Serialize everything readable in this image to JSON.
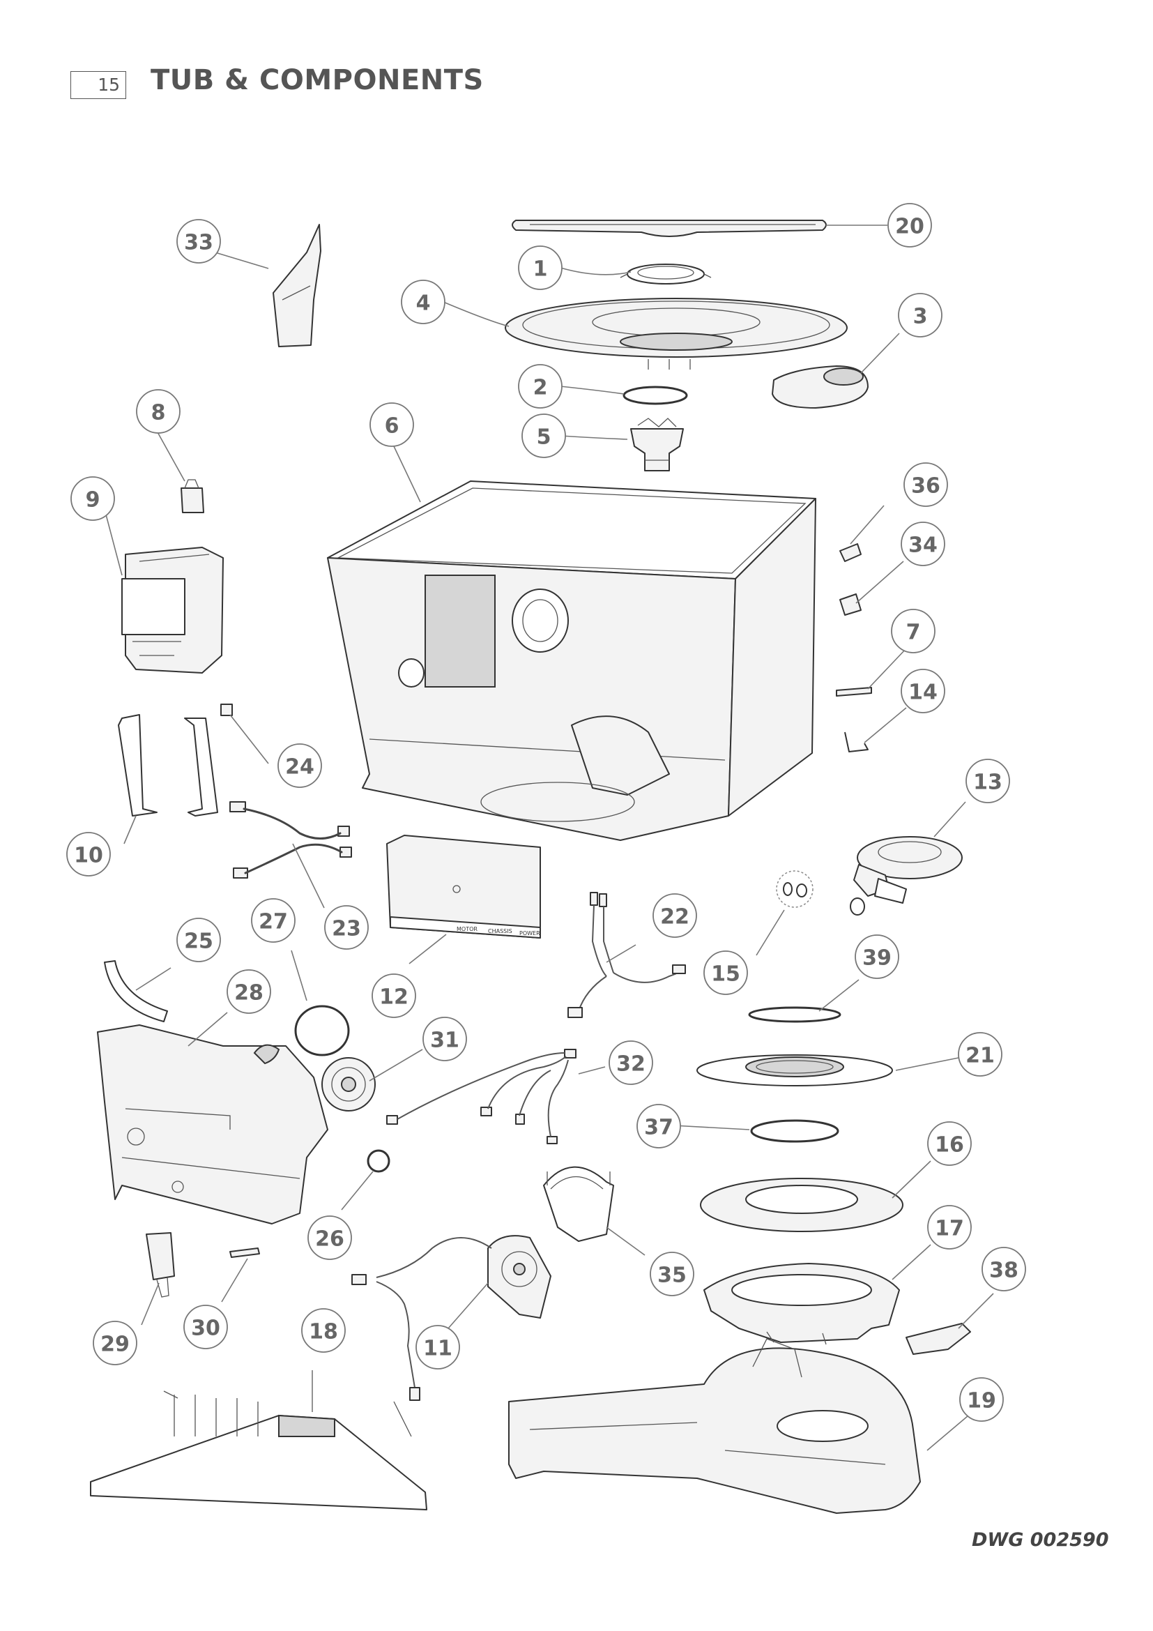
{
  "header": {
    "page_number": "15",
    "title": "TUB & COMPONENTS"
  },
  "footer": {
    "drawing_number": "DWG 002590"
  },
  "callouts": [
    {
      "id": "1",
      "label": "1"
    },
    {
      "id": "2",
      "label": "2"
    },
    {
      "id": "3",
      "label": "3"
    },
    {
      "id": "4",
      "label": "4"
    },
    {
      "id": "5",
      "label": "5"
    },
    {
      "id": "6",
      "label": "6"
    },
    {
      "id": "7",
      "label": "7"
    },
    {
      "id": "8",
      "label": "8"
    },
    {
      "id": "9",
      "label": "9"
    },
    {
      "id": "10",
      "label": "10"
    },
    {
      "id": "11",
      "label": "11"
    },
    {
      "id": "12",
      "label": "12"
    },
    {
      "id": "13",
      "label": "13"
    },
    {
      "id": "14",
      "label": "14"
    },
    {
      "id": "15",
      "label": "15"
    },
    {
      "id": "16",
      "label": "16"
    },
    {
      "id": "17",
      "label": "17"
    },
    {
      "id": "18",
      "label": "18"
    },
    {
      "id": "19",
      "label": "19"
    },
    {
      "id": "20",
      "label": "20"
    },
    {
      "id": "21",
      "label": "21"
    },
    {
      "id": "22",
      "label": "22"
    },
    {
      "id": "23",
      "label": "23"
    },
    {
      "id": "24",
      "label": "24"
    },
    {
      "id": "25",
      "label": "25"
    },
    {
      "id": "26",
      "label": "26"
    },
    {
      "id": "27",
      "label": "27"
    },
    {
      "id": "28",
      "label": "28"
    },
    {
      "id": "29",
      "label": "29"
    },
    {
      "id": "30",
      "label": "30"
    },
    {
      "id": "31",
      "label": "31"
    },
    {
      "id": "32",
      "label": "32"
    },
    {
      "id": "33",
      "label": "33"
    },
    {
      "id": "34",
      "label": "34"
    },
    {
      "id": "35",
      "label": "35"
    },
    {
      "id": "36",
      "label": "36"
    },
    {
      "id": "37",
      "label": "37"
    },
    {
      "id": "38",
      "label": "38"
    },
    {
      "id": "39",
      "label": "39"
    }
  ],
  "module_labels": {
    "chassis": "CHASSIS",
    "power": "POWER",
    "motor": "MOTOR"
  },
  "colors": {
    "text": "#555555",
    "line": "#333333",
    "callout_stroke": "#777777"
  }
}
